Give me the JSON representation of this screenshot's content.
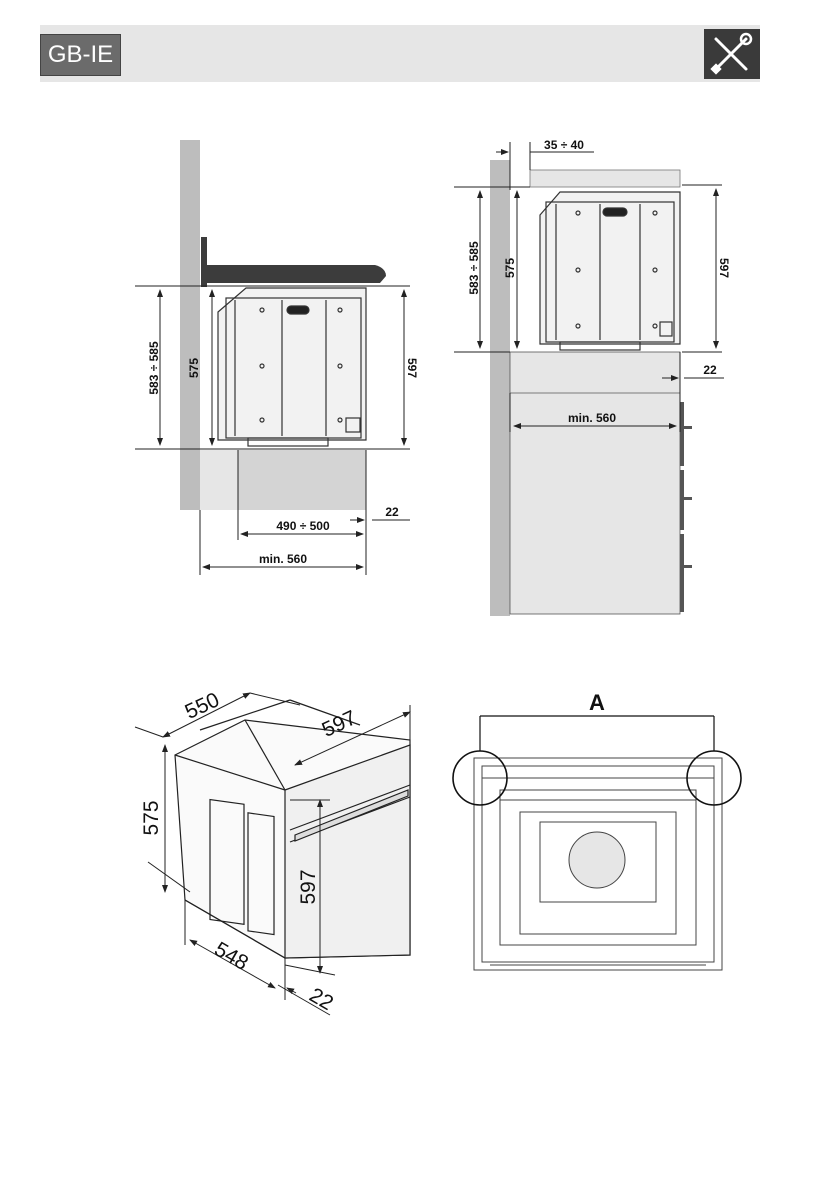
{
  "header": {
    "region_badge": "GB-IE",
    "tools_icon": "screwdriver-wrench-icon"
  },
  "fig1": {
    "h_583_585": "583 ÷ 585",
    "h_575": "575",
    "h_597": "597",
    "w_490_500": "490 ÷ 500",
    "w_22": "22",
    "w_min560": "min. 560"
  },
  "fig2": {
    "gap_35_40": "35 ÷ 40",
    "h_583_585": "583 ÷ 585",
    "h_575": "575",
    "h_597": "597",
    "w_22": "22",
    "w_min560": "min. 560"
  },
  "fig3": {
    "d_550": "550",
    "d_597w": "597",
    "d_575": "575",
    "d_597h": "597",
    "d_548": "548",
    "d_22": "22"
  },
  "fig4": {
    "detail_label": "A"
  },
  "colors": {
    "wall": "#bdbdbd",
    "cabinet": "#e8e8e8",
    "worktop": "#3c3c3c",
    "line": "#222222",
    "header_bg": "#e6e6e6",
    "badge_bg": "#6b6b6b"
  }
}
